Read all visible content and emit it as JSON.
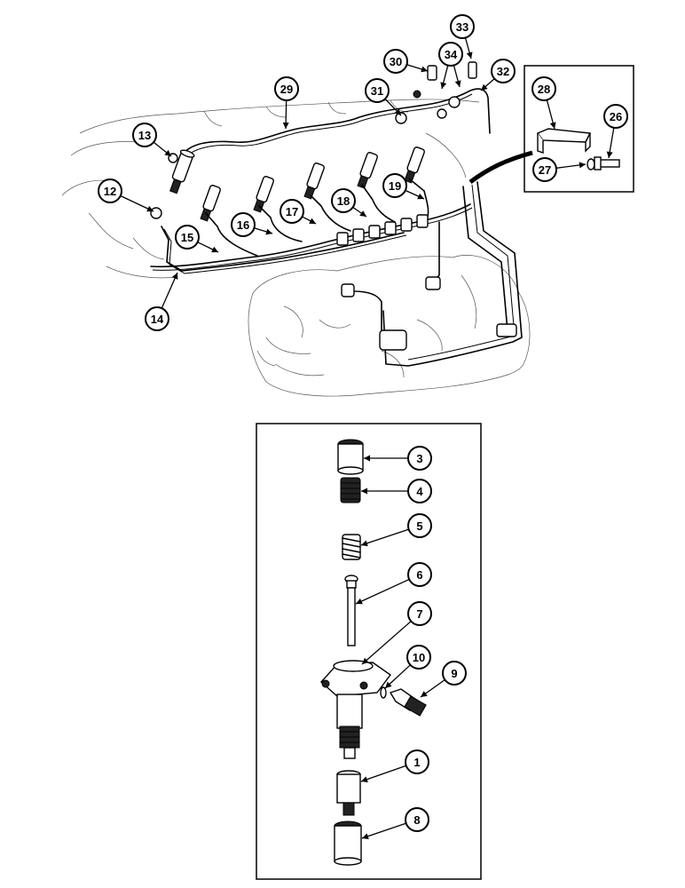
{
  "diagram": {
    "callouts": [
      {
        "id": "c1",
        "label": "1"
      },
      {
        "id": "c3",
        "label": "3"
      },
      {
        "id": "c4",
        "label": "4"
      },
      {
        "id": "c5",
        "label": "5"
      },
      {
        "id": "c6",
        "label": "6"
      },
      {
        "id": "c7",
        "label": "7"
      },
      {
        "id": "c8",
        "label": "8"
      },
      {
        "id": "c9",
        "label": "9"
      },
      {
        "id": "c10",
        "label": "10"
      },
      {
        "id": "c12",
        "label": "12"
      },
      {
        "id": "c13",
        "label": "13"
      },
      {
        "id": "c14",
        "label": "14"
      },
      {
        "id": "c15",
        "label": "15"
      },
      {
        "id": "c16",
        "label": "16"
      },
      {
        "id": "c17",
        "label": "17"
      },
      {
        "id": "c18",
        "label": "18"
      },
      {
        "id": "c19",
        "label": "19"
      },
      {
        "id": "c26",
        "label": "26"
      },
      {
        "id": "c27",
        "label": "27"
      },
      {
        "id": "c28",
        "label": "28"
      },
      {
        "id": "c29",
        "label": "29"
      },
      {
        "id": "c30",
        "label": "30"
      },
      {
        "id": "c31",
        "label": "31"
      },
      {
        "id": "c32",
        "label": "32"
      },
      {
        "id": "c33",
        "label": "33"
      },
      {
        "id": "c34",
        "label": "34"
      }
    ]
  }
}
